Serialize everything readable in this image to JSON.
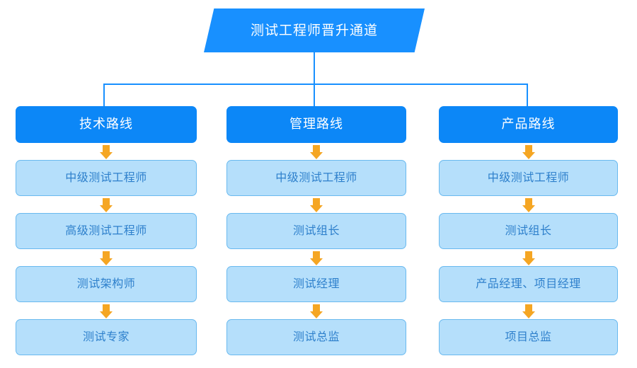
{
  "banner": {
    "label": "测试工程师晋升通道"
  },
  "connector": {
    "color": "#1890ff"
  },
  "colors": {
    "banner_fill": "#1890ff",
    "header_fill": "#0c87f7",
    "header_text": "#ffffff",
    "step_fill": "#b5dffb",
    "step_border": "#69b9ef",
    "step_text": "#2e80cc",
    "arrow": "#f5a623",
    "background": "#ffffff"
  },
  "columns": [
    {
      "header": "技术路线",
      "steps": [
        "中级测试工程师",
        "高级测试工程师",
        "测试架构师",
        "测试专家"
      ]
    },
    {
      "header": "管理路线",
      "steps": [
        "中级测试工程师",
        "测试组长",
        "测试经理",
        "测试总监"
      ]
    },
    {
      "header": "产品路线",
      "steps": [
        "中级测试工程师",
        "测试组长",
        "产品经理、项目经理",
        "项目总监"
      ]
    }
  ]
}
